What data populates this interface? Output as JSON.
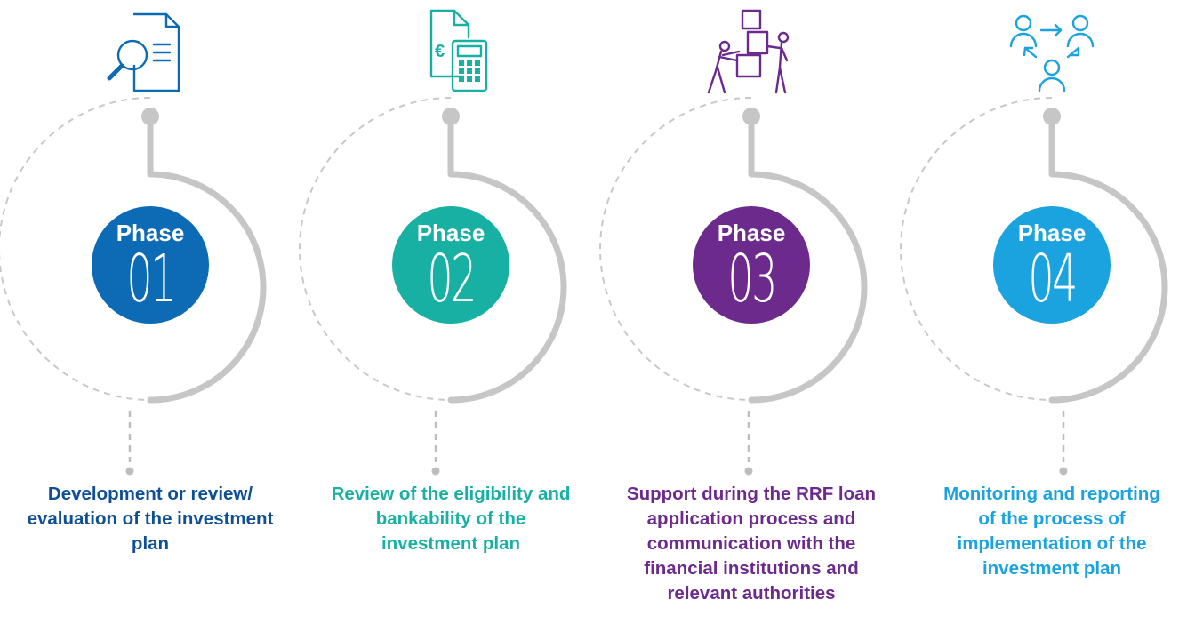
{
  "phases": [
    {
      "word": "Phase",
      "number": "01",
      "color": "#0d6ab5",
      "text_color": "#0f4f95",
      "icon": "document-search-icon",
      "description": "Development or review/ evaluation of the investment plan"
    },
    {
      "word": "Phase",
      "number": "02",
      "color": "#18b0a3",
      "text_color": "#19b0a4",
      "icon": "euro-calculator-icon",
      "description": "Review of the eligibility and bankability of the investment plan"
    },
    {
      "word": "Phase",
      "number": "03",
      "color": "#6c2a8d",
      "text_color": "#6c2a8d",
      "icon": "people-lifting-boxes-icon",
      "description": "Support during the RRF loan application process and communication with the financial institutions and relevant authorities"
    },
    {
      "word": "Phase",
      "number": "04",
      "color": "#1aa3de",
      "text_color": "#1aa3de",
      "icon": "people-network-icon",
      "description": "Monitoring and reporting of the process of implementation of the investment plan"
    }
  ],
  "connector_color": "#c6c6c6",
  "dash_color": "#bdbdbd"
}
